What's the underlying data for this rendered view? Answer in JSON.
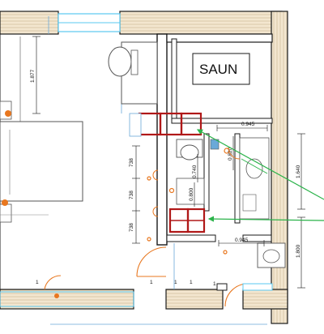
{
  "plan": {
    "room_label": "SAUN",
    "dimensions": {
      "d1877": "1.877",
      "d0945_top": "0.945",
      "d0820": "0.820",
      "d1640": "1.640",
      "d0740": "0.740",
      "d0800": "0.800",
      "d738_1": "738",
      "d738_2": "738",
      "d738_3": "738",
      "d0945_bottom": "0.945",
      "d1800": "1.800"
    },
    "marks": {
      "m1": "1",
      "m2": "1",
      "m3": "1",
      "m4": "1",
      "m5": "1"
    },
    "colors": {
      "wall": "#1a1a1a",
      "hatch": "#f3e6cf",
      "window": "#59c8f0",
      "cabinet": "#b01818",
      "annotation_arrow": "#2bb34a",
      "fixture_marker": "#e8771f",
      "door_swing": "#e8771f",
      "ceiling_line": "#6aa9d8"
    }
  }
}
